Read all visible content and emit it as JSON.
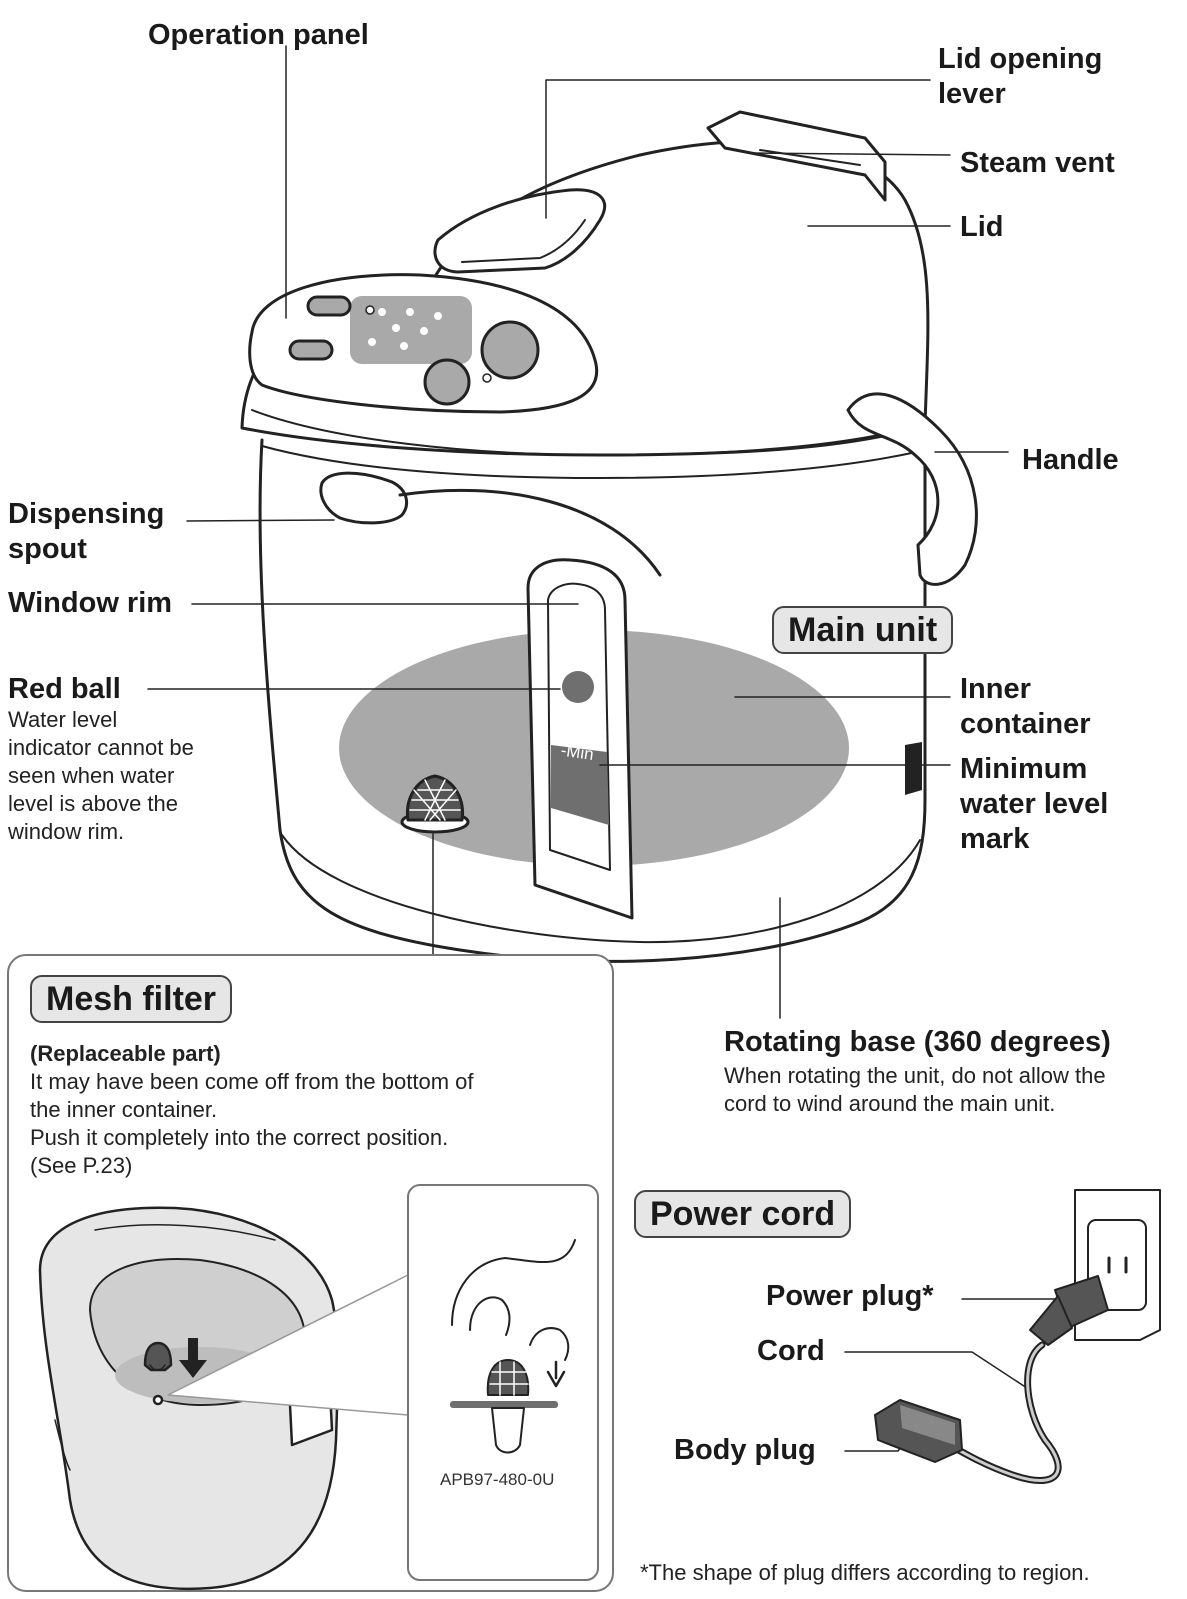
{
  "labels": {
    "operation_panel": "Operation panel",
    "lid_opening_lever": [
      "Lid opening",
      "lever"
    ],
    "steam_vent": "Steam vent",
    "lid": "Lid",
    "handle": "Handle",
    "dispensing_spout": [
      "Dispensing",
      "spout"
    ],
    "window_rim": "Window rim",
    "red_ball": "Red ball",
    "red_ball_note": [
      "Water level",
      "indicator cannot be",
      "seen when water",
      "level is above the",
      "window rim."
    ],
    "inner_container": [
      "Inner",
      "container"
    ],
    "minimum_water_level_mark": [
      "Minimum",
      "water level",
      "mark"
    ],
    "min_mark_text": "-Min",
    "rotating_base": "Rotating base (360 degrees)",
    "rotating_base_note": [
      "When rotating the unit, do not allow the",
      "cord to wind around the main unit."
    ],
    "power_plug": "Power plug*",
    "cord": "Cord",
    "body_plug": "Body plug"
  },
  "badges": {
    "main_unit": "Main unit",
    "mesh_filter": "Mesh filter",
    "power_cord": "Power cord"
  },
  "mesh_filter_panel": {
    "subtitle": "(Replaceable part)",
    "text": [
      "It may have been come off from the bottom of",
      "the inner container.",
      "Push it completely into the correct position.",
      "(See P.23)"
    ],
    "part_number": "APB97-480-0U"
  },
  "footnote": "*The shape of plug differs according to region.",
  "colors": {
    "line": "#222222",
    "fill_light": "#ffffff",
    "fill_grey": "#a9a9a9",
    "fill_dark": "#6f6f6f",
    "badge_bg": "#e6e6e6"
  }
}
